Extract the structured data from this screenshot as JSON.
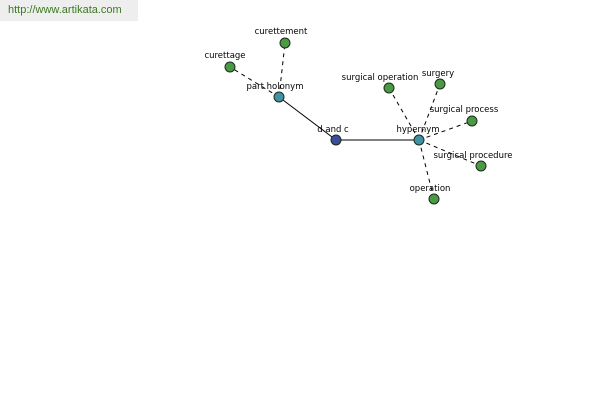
{
  "header": {
    "url_text": "http://www.artikata.com"
  },
  "colors": {
    "center": "#3a4f9a",
    "relation": "#3f93a3",
    "leaf": "#4a9a44"
  },
  "graph": {
    "nodes": [
      {
        "id": "dandc",
        "label": "d and c",
        "kind": "center"
      },
      {
        "id": "partholonym",
        "label": "part holonym",
        "kind": "relation"
      },
      {
        "id": "hypernym",
        "label": "hypernym",
        "kind": "relation"
      },
      {
        "id": "curettement",
        "label": "curettement",
        "kind": "leaf"
      },
      {
        "id": "curettage",
        "label": "curettage",
        "kind": "leaf"
      },
      {
        "id": "surgicaloperation",
        "label": "surgical operation",
        "kind": "leaf"
      },
      {
        "id": "surgery",
        "label": "surgery",
        "kind": "leaf"
      },
      {
        "id": "surgicalprocess",
        "label": "surgical process",
        "kind": "leaf"
      },
      {
        "id": "surgicalprocedure",
        "label": "surgical procedure",
        "kind": "leaf"
      },
      {
        "id": "operation",
        "label": "operation",
        "kind": "leaf"
      }
    ],
    "edges": [
      {
        "from": "dandc",
        "to": "partholonym",
        "style": "solid"
      },
      {
        "from": "dandc",
        "to": "hypernym",
        "style": "solid"
      },
      {
        "from": "partholonym",
        "to": "curettement",
        "style": "dashed"
      },
      {
        "from": "partholonym",
        "to": "curettage",
        "style": "dashed"
      },
      {
        "from": "hypernym",
        "to": "surgicaloperation",
        "style": "dashed"
      },
      {
        "from": "hypernym",
        "to": "surgery",
        "style": "dashed"
      },
      {
        "from": "hypernym",
        "to": "surgicalprocess",
        "style": "dashed"
      },
      {
        "from": "hypernym",
        "to": "surgicalprocedure",
        "style": "dashed"
      },
      {
        "from": "hypernym",
        "to": "operation",
        "style": "dashed"
      }
    ]
  }
}
